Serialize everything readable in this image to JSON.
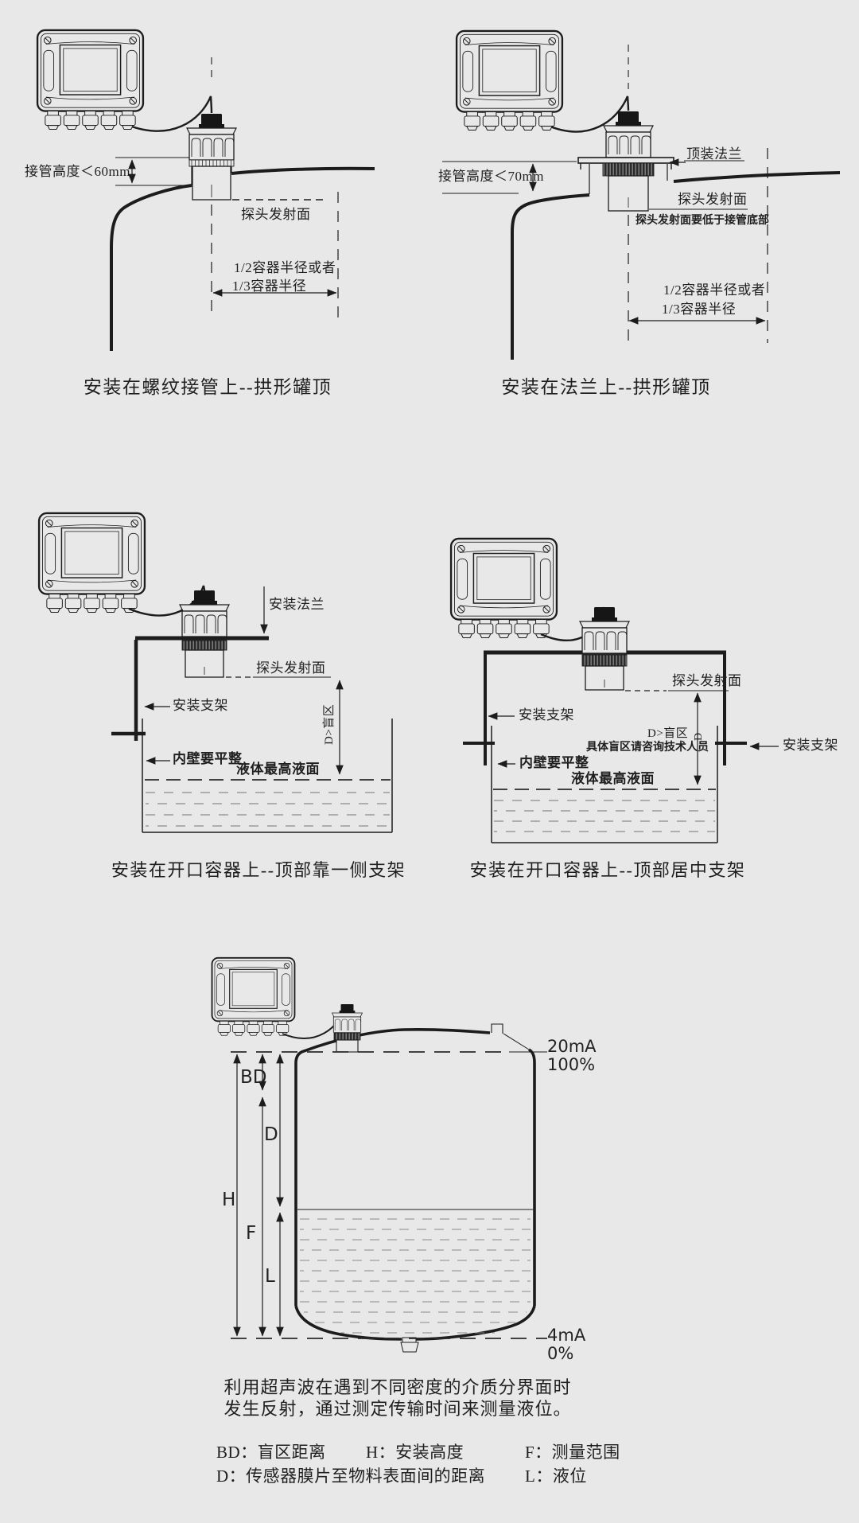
{
  "colors": {
    "background": "#e8e8e8",
    "line": "#1c1c1c",
    "liquid_dash": "#8a8a8a"
  },
  "diagrams": {
    "threaded_nozzle": {
      "caption": "安装在螺纹接管上--拱形罐顶",
      "labels": {
        "nozzle_height": "接管高度＜60mm",
        "probe_surface": "探头发射面",
        "radius_option1": "1/2容器半径或者",
        "radius_option2": "1/3容器半径"
      }
    },
    "flange_mount": {
      "caption": "安装在法兰上--拱形罐顶",
      "labels": {
        "top_flange": "顶装法兰",
        "nozzle_height": "接管高度＜70mm",
        "probe_surface": "探头发射面",
        "probe_note": "探头发射面要低于接管底部",
        "radius_option1": "1/2容器半径或者",
        "radius_option2": "1/3容器半径"
      }
    },
    "open_tank_side_bracket": {
      "caption": "安装在开口容器上--顶部靠一侧支架",
      "labels": {
        "mount_flange": "安装法兰",
        "probe_surface": "探头发射面",
        "bracket": "安装支架",
        "blind_zone": "D>盲区",
        "wall_flat": "内壁要平整",
        "max_level": "液体最高液面"
      }
    },
    "open_tank_center_bracket": {
      "caption": "安装在开口容器上--顶部居中支架",
      "labels": {
        "probe_surface": "探头发射面",
        "bracket_left": "安装支架",
        "bracket_right": "安装支架",
        "blind_zone": "D>盲区",
        "blind_dim": "D",
        "blind_note": "具体盲区请咨询技术人员",
        "wall_flat": "内壁要平整",
        "max_level": "液体最高液面"
      }
    },
    "measurement": {
      "labels": {
        "current_top": "20mA",
        "percent_top": "100%",
        "current_bottom": "4mA",
        "percent_bottom": "0%",
        "dim_bd": "BD",
        "dim_d": "D",
        "dim_h": "H",
        "dim_f": "F",
        "dim_l": "L"
      },
      "description_line1": "利用超声波在遇到不同密度的介质分界面时",
      "description_line2": "发生反射，通过测定传输时间来测量液位。",
      "legend": {
        "bd": "BD：盲区距离",
        "h": "H：安装高度",
        "f": "F：测量范围",
        "d": "D：传感器膜片至物料表面间的距离",
        "l": "L：液位"
      }
    }
  }
}
